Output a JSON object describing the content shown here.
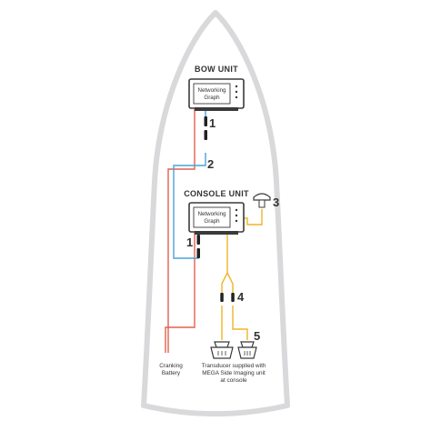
{
  "diagram": {
    "bow_unit": {
      "title": "BOW UNIT",
      "screen_line1": "Networking",
      "screen_line2": "Graph"
    },
    "console_unit": {
      "title": "CONSOLE UNIT",
      "screen_line1": "Networking",
      "screen_line2": "Graph"
    },
    "callouts": {
      "n1_top": "1",
      "n2": "2",
      "n3": "3",
      "n1_bottom": "1",
      "n4": "4",
      "n5": "5"
    },
    "battery_label": {
      "line1": "Cranking",
      "line2": "Battery"
    },
    "transducer_label": {
      "line1": "Transducer supplied with",
      "line2": "MEGA Side Imaging unit",
      "line3": "at console"
    }
  },
  "colors": {
    "hull_outline": "#d9d9dc",
    "power_cable": "#e06050",
    "ethernet_cable": "#4aa3d8",
    "transducer_cable": "#f0b428",
    "gps_cable": "#f0b428",
    "device": "#3a3a3a"
  },
  "icons": [
    "gps-antenna-icon",
    "transducer-icon"
  ]
}
